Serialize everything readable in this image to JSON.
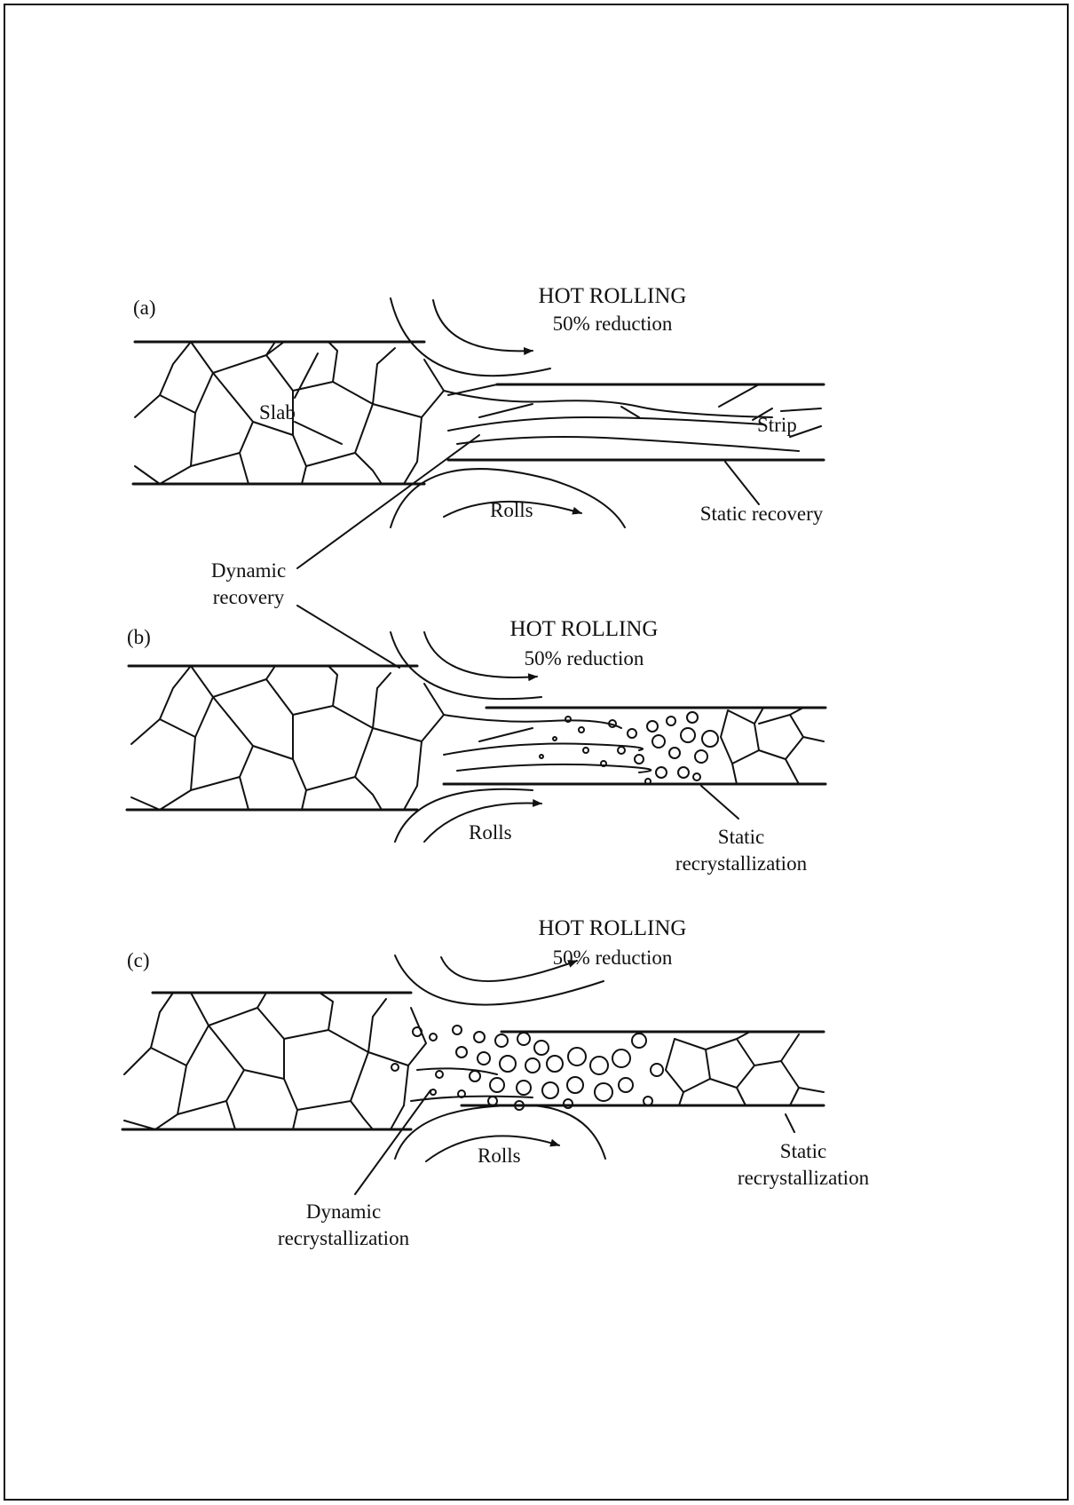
{
  "panels": [
    {
      "id": "a",
      "tag": "(a)",
      "title": "HOT ROLLING",
      "subtitle": "50% reduction",
      "labels": {
        "slab": "Slab",
        "strip": "Strip",
        "rolls": "Rolls",
        "static": "Static recovery",
        "dynamic": "Dynamic recovery"
      }
    },
    {
      "id": "b",
      "tag": "(b)",
      "title": "HOT ROLLING",
      "subtitle": "50% reduction",
      "labels": {
        "rolls": "Rolls",
        "static": "Static recrystallization"
      }
    },
    {
      "id": "c",
      "tag": "(c)",
      "title": "HOT ROLLING",
      "subtitle": "50% reduction",
      "labels": {
        "rolls": "Rolls",
        "static": "Static recrystallization",
        "dynamic": "Dynamic recrystallization"
      }
    }
  ]
}
